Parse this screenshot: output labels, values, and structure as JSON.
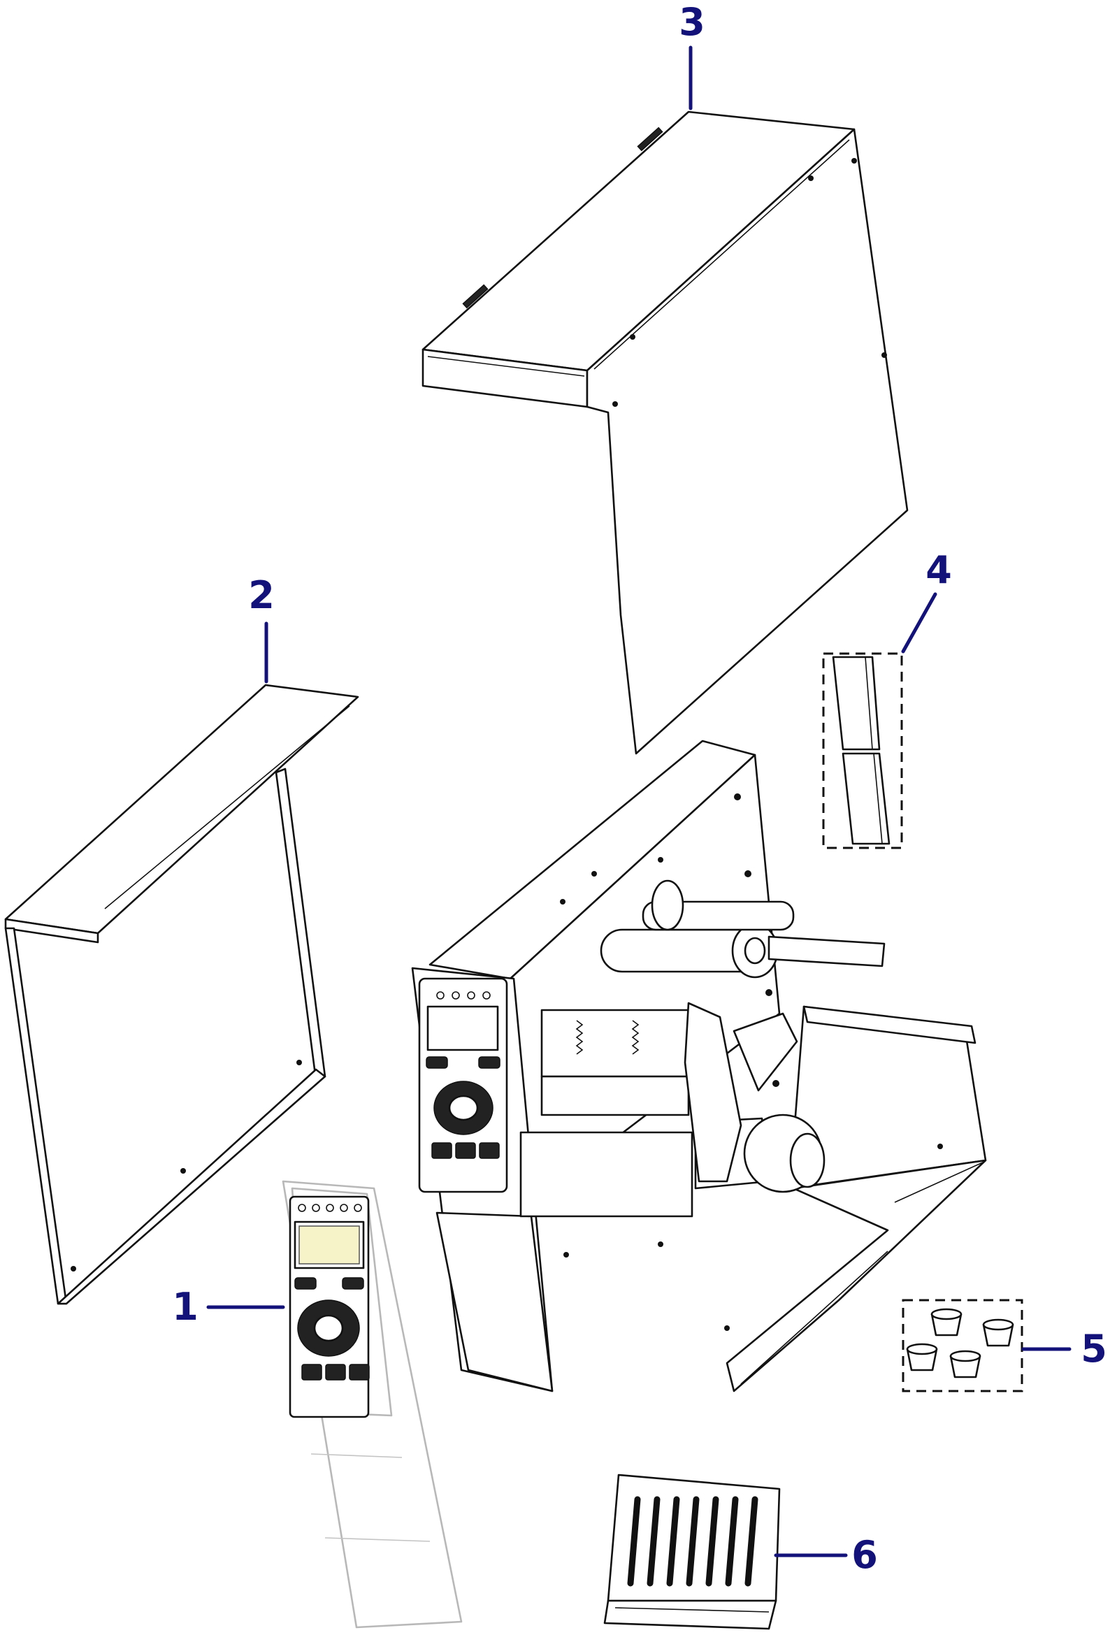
{
  "callouts": [
    {
      "id": "1",
      "label": "1"
    },
    {
      "id": "2",
      "label": "2"
    },
    {
      "id": "3",
      "label": "3"
    },
    {
      "id": "4",
      "label": "4"
    },
    {
      "id": "5",
      "label": "5"
    },
    {
      "id": "6",
      "label": "6"
    }
  ],
  "colors": {
    "callout": "#12127a",
    "line": "#111111",
    "faded": "#b8b8b8"
  }
}
